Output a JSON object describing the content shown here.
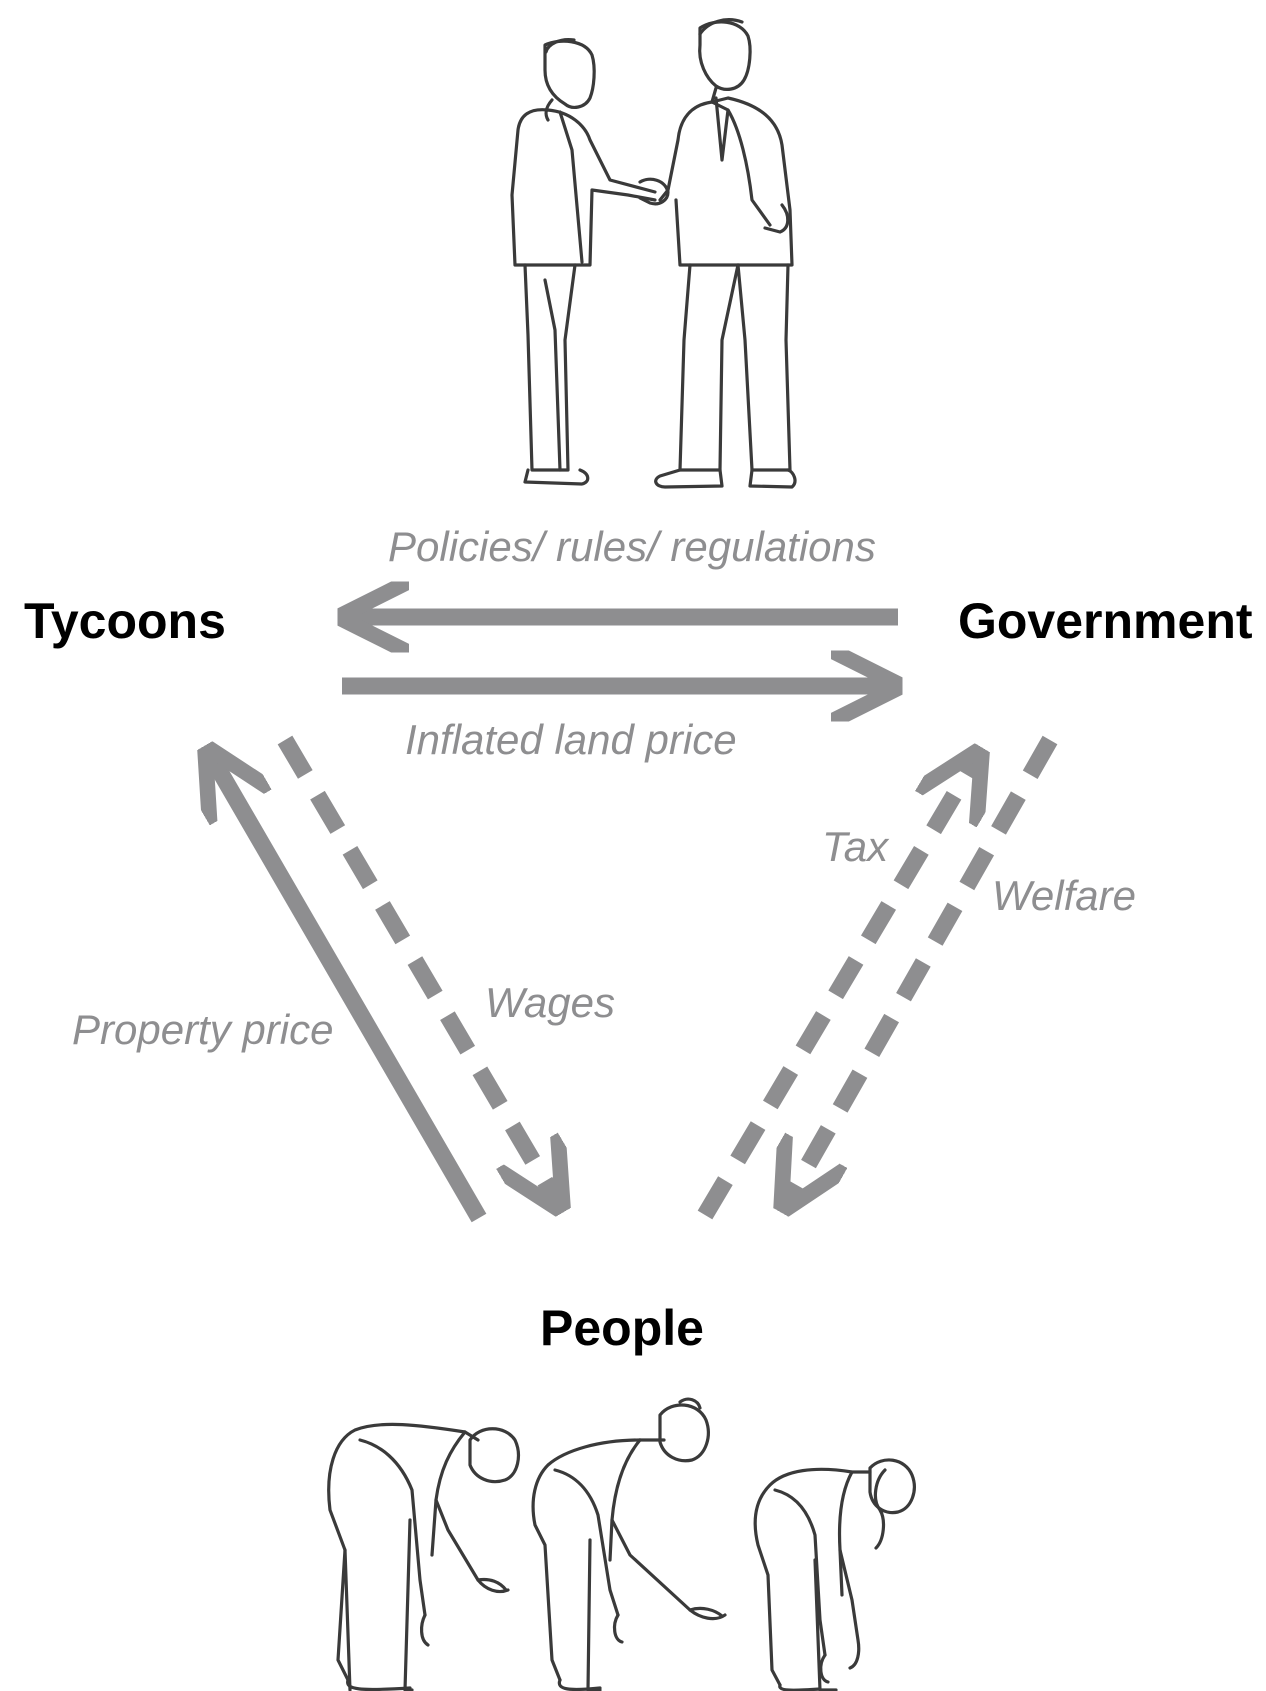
{
  "nodes": {
    "tycoons": "Tycoons",
    "government": "Government",
    "people": "People"
  },
  "flows": {
    "policies": "Policies/ rules/ regulations",
    "inflated_land_price": "Inflated land price",
    "property_price": "Property price",
    "wages": "Wages",
    "tax": "Tax",
    "welfare": "Welfare"
  },
  "colors": {
    "arrow": "#8e8e90",
    "flow_label": "#8e8e90",
    "node_label": "#000000",
    "line_art": "#3a3a3a"
  },
  "illustrations": {
    "top": "handshake-illustration",
    "bottom": "bowing-people-illustration"
  }
}
